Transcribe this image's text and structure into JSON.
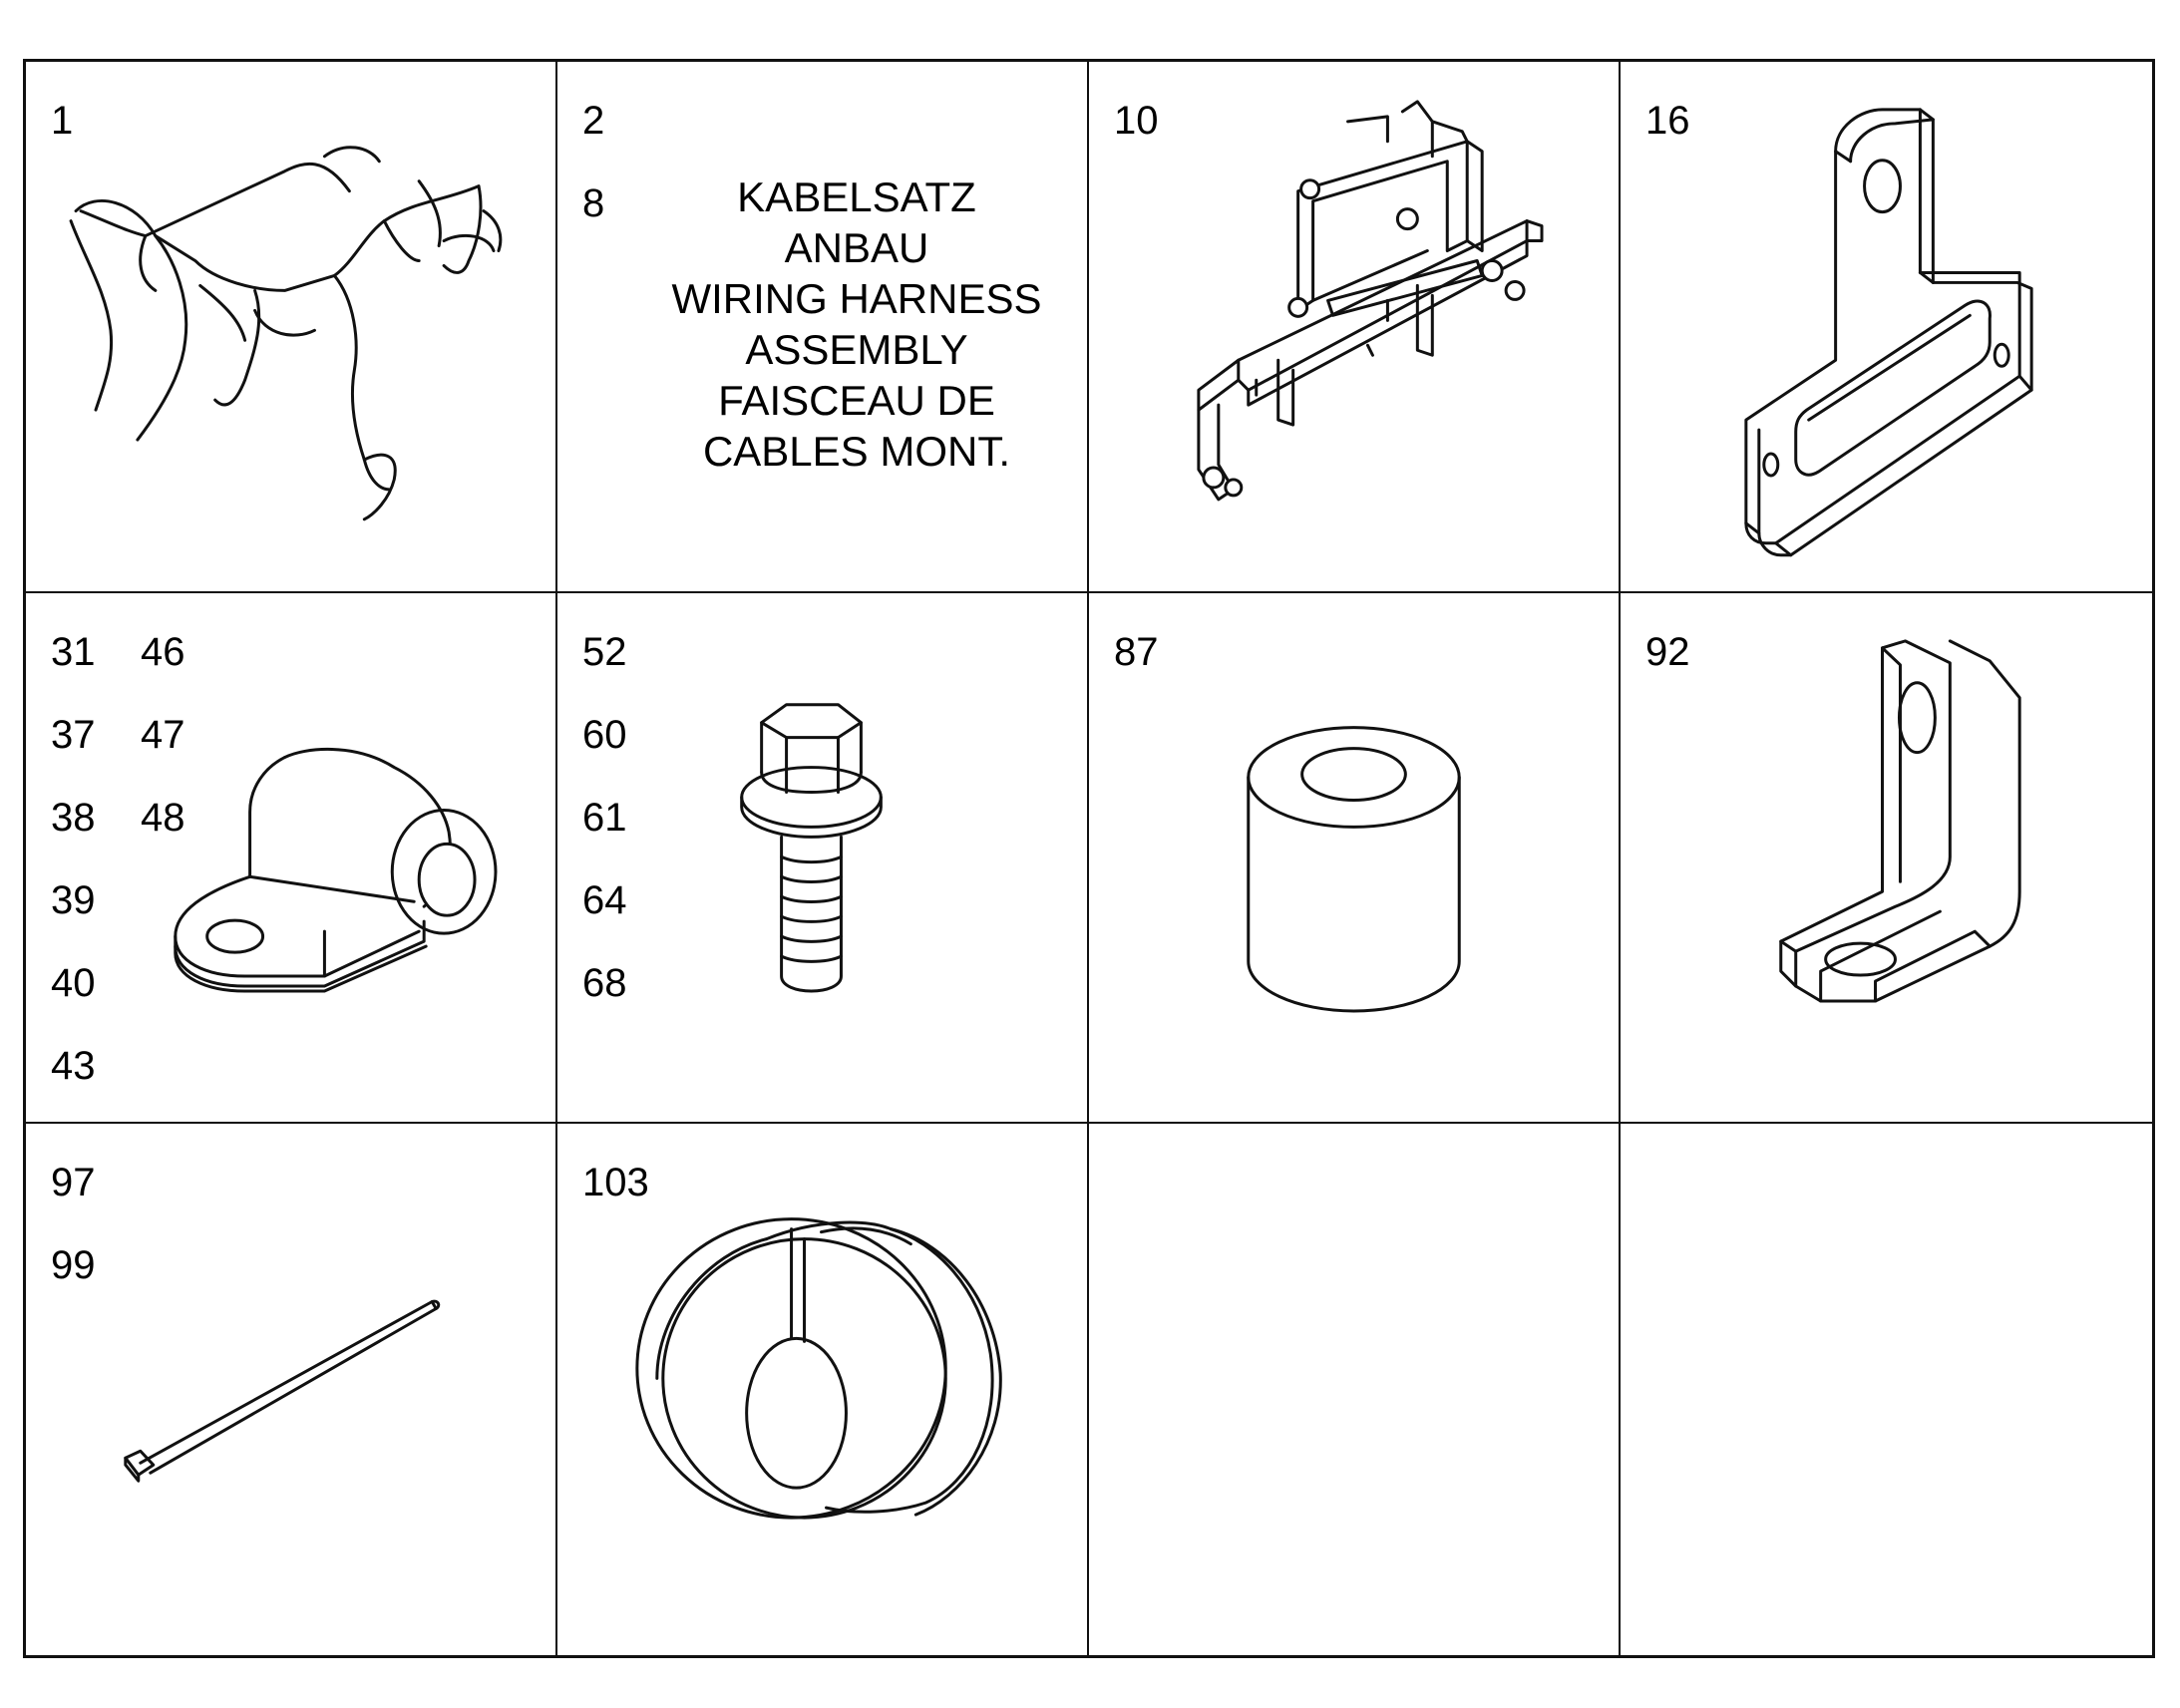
{
  "cells": [
    {
      "labels": [
        "1"
      ],
      "icon": "wiring-harness-icon"
    },
    {
      "labels": [
        "2",
        "8"
      ],
      "note": [
        "KABELSATZ",
        "ANBAU",
        "WIRING HARNESS",
        "ASSEMBLY",
        "FAISCEAU DE",
        "CABLES MONT."
      ]
    },
    {
      "labels": [
        "10"
      ],
      "icon": "mounting-frame-icon"
    },
    {
      "labels": [
        "16"
      ],
      "icon": "slotted-bracket-icon"
    },
    {
      "labels": [
        "31",
        "46",
        "37",
        "47",
        "38",
        "48",
        "39",
        "",
        "40",
        "",
        "43",
        ""
      ],
      "icon": "cable-clamp-icon"
    },
    {
      "labels": [
        "52",
        "60",
        "61",
        "64",
        "68"
      ],
      "icon": "flange-bolt-icon"
    },
    {
      "labels": [
        "87"
      ],
      "icon": "spacer-sleeve-icon"
    },
    {
      "labels": [
        "92"
      ],
      "icon": "angle-bracket-icon"
    },
    {
      "labels": [
        "97",
        "99"
      ],
      "icon": "cable-tie-icon"
    },
    {
      "labels": [
        "103"
      ],
      "icon": "grommet-icon"
    },
    {
      "labels": []
    },
    {
      "labels": []
    }
  ]
}
